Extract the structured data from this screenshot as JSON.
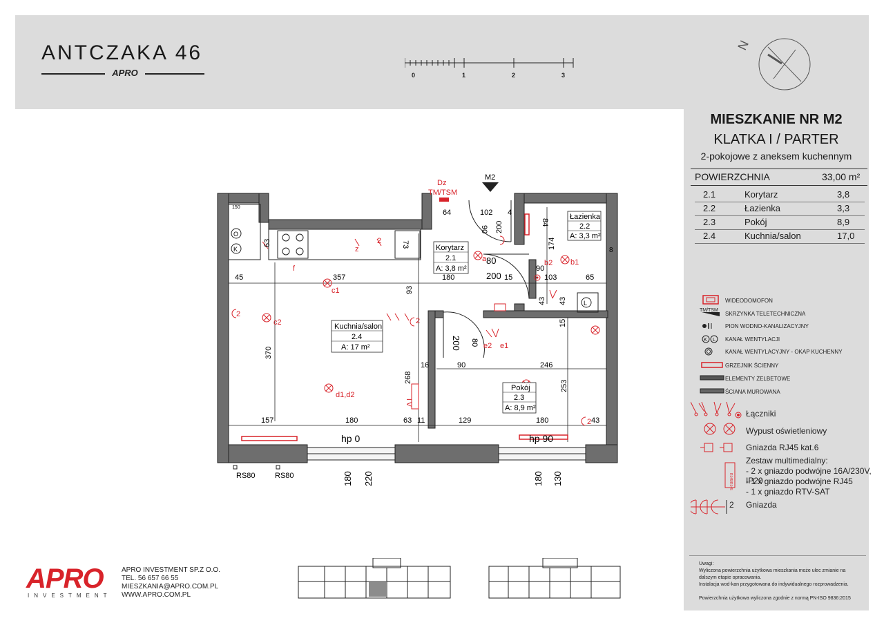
{
  "header": {
    "title": "ANTCZAKA 46",
    "brand_small": "APRO",
    "scale_labels": [
      "0",
      "1",
      "2",
      "3"
    ],
    "compass_letter": "N"
  },
  "panel": {
    "apartment": "MIESZKANIE NR M2",
    "stair": "KLATKA I / PARTER",
    "type": "2-pokojowe z aneksem kuchennym",
    "area_label": "POWIERZCHNIA",
    "area_total": "33,00 m²",
    "rooms": [
      {
        "no": "2.1",
        "name": "Korytarz",
        "area": "3,8"
      },
      {
        "no": "2.2",
        "name": "Łazienka",
        "area": "3,3"
      },
      {
        "no": "2.3",
        "name": "Pokój",
        "area": "8,9"
      },
      {
        "no": "2.4",
        "name": "Kuchnia/salon",
        "area": "17,0"
      }
    ]
  },
  "legend": {
    "items": [
      "WIDEODOMOFON",
      "SKRZYNKA TELETECHNICZNA",
      "PION WODNO-KANALIZACYJNY",
      "KANAŁ WENTYLACJI",
      "KANAŁ WENTYLACYJNY - OKAP KUCHENNY",
      "GRZEJNIK ŚCIENNY",
      "ELEMENTY ŻELBETOWE",
      "ŚCIANA MUROWANA"
    ],
    "tm_tsm": "TM/TSM",
    "switches": "Łączniki",
    "lighting": "Wypust oświetleniowy",
    "rj45": "Gniazda RJ45 kat.6",
    "multimedia_title": "Zestaw multimedialny:",
    "multimedia_lines": [
      "- 2 x gniazdo podwójne 16A/230V, IP20",
      "- 1 x gniazdo podwójne RJ45",
      "- 1 x gniazdo RTV-SAT"
    ],
    "sockets": "Gniazda",
    "sockets_num": "2"
  },
  "notes": {
    "title": "Uwagi:",
    "line1": "Wyliczona powierzchnia użytkowa mieszkania może ulec zmianie na dalszym etapie opracowania.",
    "line2": "Instalacja wod-kan przygotowana do indywidualnego rozprowadzenia.",
    "line3": "Powierzchnia użytkowa wyliczona zgodnie z normą PN-ISO 9836:2015"
  },
  "footer": {
    "logo": "APRO",
    "investment": "INVESTMENT",
    "company": "APRO INVESTMENT SP.Z O.O.",
    "tel": "TEL. 56 657 66 55",
    "email": "MIESZKANIA@APRO.COM.PL",
    "www": "WWW.APRO.COM.PL"
  },
  "plan": {
    "m2": "M2",
    "tm_tsm": "TM/TSM",
    "dz": "Dz",
    "rooms": {
      "kitchen": {
        "name": "Kuchnia/salon",
        "no": "2.4",
        "area": "A: 17 m²"
      },
      "hall": {
        "name": "Korytarz",
        "no": "2.1",
        "area": "A: 3,8 m²"
      },
      "bath": {
        "name": "Łazienka",
        "no": "2.2",
        "area": "A: 3,3 m²"
      },
      "room": {
        "name": "Pokój",
        "no": "2.3",
        "area": "A: 8,9 m²"
      }
    },
    "dims": {
      "d45": "45",
      "d357": "357",
      "d180a": "180",
      "d15": "15",
      "d103": "103",
      "d65": "65",
      "d64": "64",
      "d102": "102",
      "d4": "4",
      "d84": "84",
      "d174": "174",
      "d90a": "90",
      "d200a": "200",
      "d80a": "80",
      "d90b": "90",
      "d200b": "200",
      "d63a": "63",
      "d73": "73",
      "d93": "93",
      "d43a": "43",
      "d43b": "43",
      "d370": "370",
      "d268": "268",
      "d200c": "200",
      "d80b": "80",
      "d16": "16",
      "d90c": "90",
      "d246": "246",
      "d253": "253",
      "d15b": "15",
      "d157": "157",
      "d180b": "180",
      "d63b": "63",
      "d11": "11",
      "d129": "129",
      "d180c": "180",
      "d43c": "43",
      "d8": "8",
      "d150": "150"
    },
    "window_labels": {
      "hp0": "hp 0",
      "hp90": "hp 90"
    },
    "below": {
      "rs80a": "RS80",
      "rs80b": "RS80",
      "w1": "180",
      "w2": "220",
      "w3": "180",
      "w4": "130"
    },
    "symbols": {
      "c1": "c1",
      "c2": "c2",
      "d1d2": "d1,d2",
      "b1": "b1",
      "b2": "b2",
      "a": "a",
      "f": "f",
      "e1": "e1",
      "e2": "e2",
      "z": "z",
      "n2": "2",
      "tv": "TV",
      "o": "O",
      "k": "K",
      "l": "L"
    }
  }
}
